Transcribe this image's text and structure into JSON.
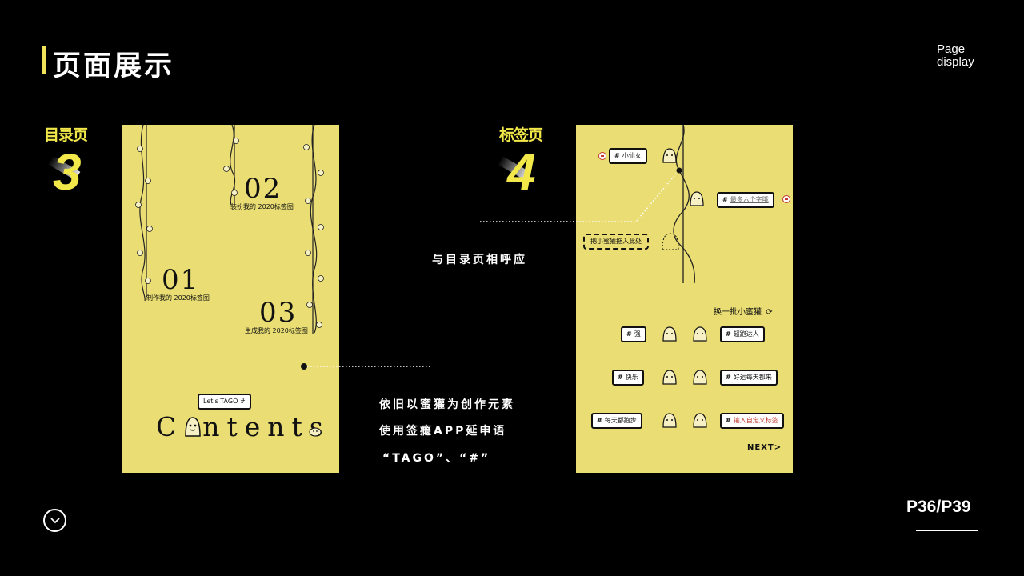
{
  "header": {
    "title": "页面展示",
    "display_en_1": "Page",
    "display_en_2": "display"
  },
  "left_section": {
    "label": "目录页",
    "number": "3",
    "panel": {
      "num_01": "01",
      "cap_01": "制作我的 2020标签图",
      "num_02": "02",
      "cap_02": "装扮我的 2020标签图",
      "num_03": "03",
      "cap_03": "生成我的 2020标签图",
      "bubble": "Let's TAGO #",
      "contents_first": "C",
      "contents_rest": "ntents"
    }
  },
  "right_section": {
    "label": "标签页",
    "number": "4",
    "panel": {
      "tag_top_left": "小仙女",
      "tag_top_right": "最多六个字哦",
      "drop_hint": "把小蜜獾拖入此处",
      "refresh": "换一批小蜜獾",
      "rows": [
        {
          "left": "强",
          "right": "超跑达人"
        },
        {
          "left": "快乐",
          "right": "好运每天都来"
        },
        {
          "left": "每天都跑步",
          "right": "输入自定义标签"
        }
      ],
      "next": "NEXT>"
    }
  },
  "middle": {
    "echo": "与目录页相呼应",
    "line1": "依旧以蜜獾为创作元素",
    "line2": "使用签瘾APP延申语",
    "line3": "“TAGO”、“#”"
  },
  "footer": {
    "page_num": "P36/P39"
  },
  "colors": {
    "accent": "#f2e84a",
    "panel_bg": "#e9dd73",
    "background": "#000000",
    "custom_tag_red": "#c0392b"
  }
}
